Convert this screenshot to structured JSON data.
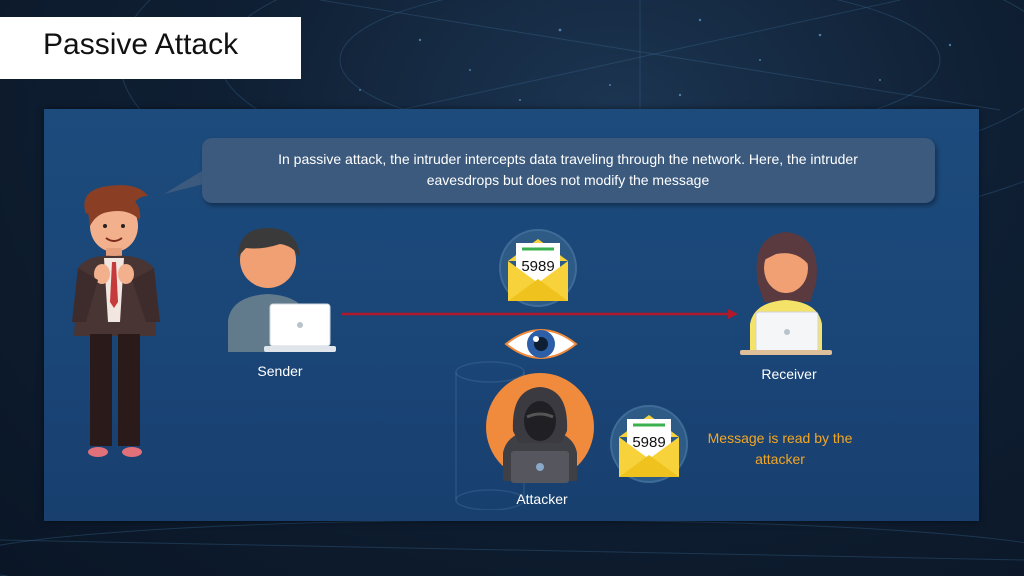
{
  "slide": {
    "title": "Passive Attack",
    "explanation": "In passive attack, the intruder intercepts data traveling through the network. Here, the intruder eavesdrops but does not modify the message",
    "sender_label": "Sender",
    "receiver_label": "Receiver",
    "attacker_label": "Attacker",
    "message_code": "5989",
    "intercepted_message_code": "5989",
    "note": "Message is read by the attacker"
  },
  "colors": {
    "panel": "#1c4b7c",
    "bubble": "#3b5a7e",
    "arrow": "#b0182c",
    "note": "#f5a623",
    "attacker_circle": "#f08a3c",
    "envelope": "#f7d23a"
  }
}
